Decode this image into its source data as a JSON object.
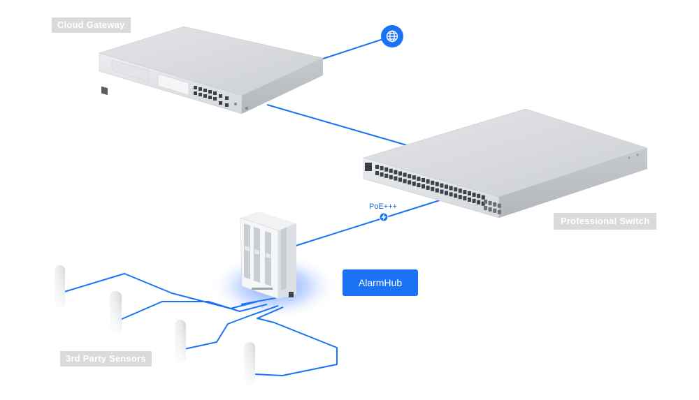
{
  "labels": {
    "cloud_gateway": "Cloud Gateway",
    "professional_switch": "Professional Switch",
    "sensors": "3rd Party Sensors",
    "alarmhub": "AlarmHub",
    "poe": "PoE+++"
  },
  "icons": {
    "internet": "globe-icon",
    "poe": "lightning-bolt-icon"
  },
  "colors": {
    "link": "#1a73f5",
    "accent": "#1a73f5",
    "tag_bg": "#d9dadc"
  }
}
